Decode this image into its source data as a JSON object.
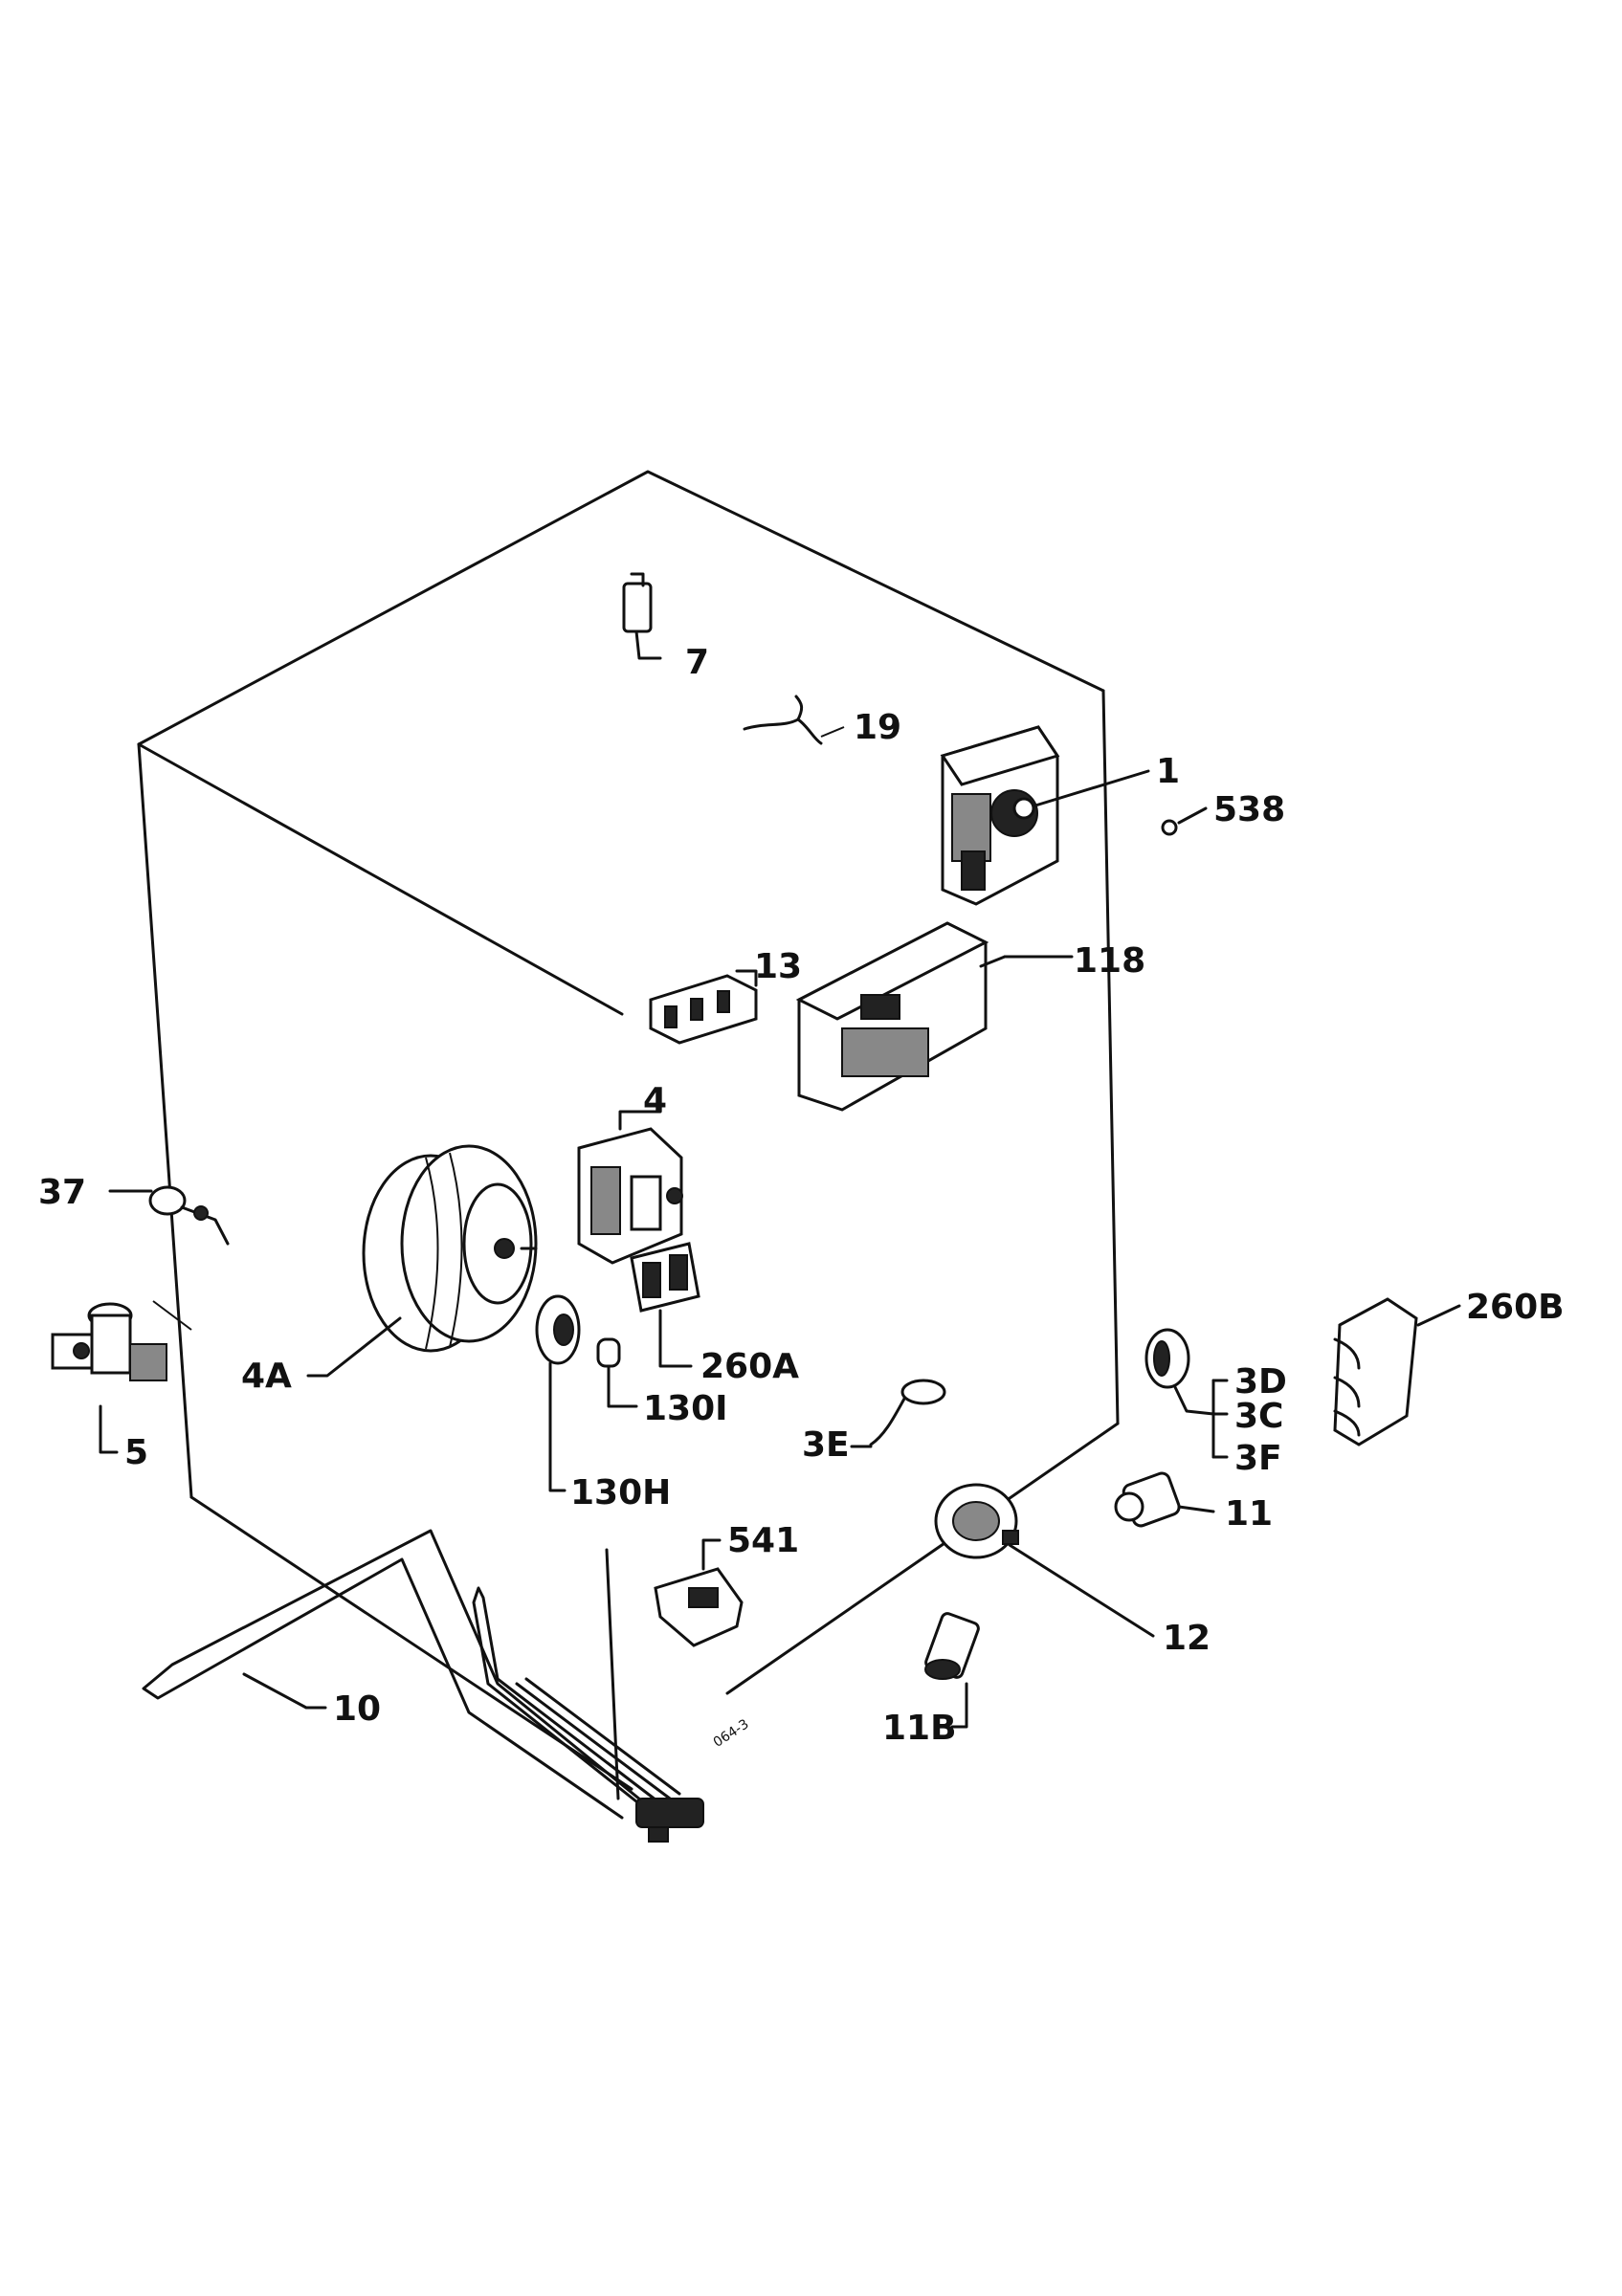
{
  "labels": {
    "p7": "7",
    "p19": "19",
    "p1": "1",
    "p538": "538",
    "p13": "13",
    "p118": "118",
    "p4": "4",
    "p37": "37",
    "p4A": "4A",
    "p260A": "260A",
    "p130I": "130I",
    "p130H": "130H",
    "p5": "5",
    "p260B": "260B",
    "p3D": "3D",
    "p3C": "3C",
    "p3F": "3F",
    "p3E": "3E",
    "p11": "11",
    "p12": "12",
    "p541": "541",
    "p11B": "11B",
    "p10": "10"
  },
  "stamp": "064-3"
}
